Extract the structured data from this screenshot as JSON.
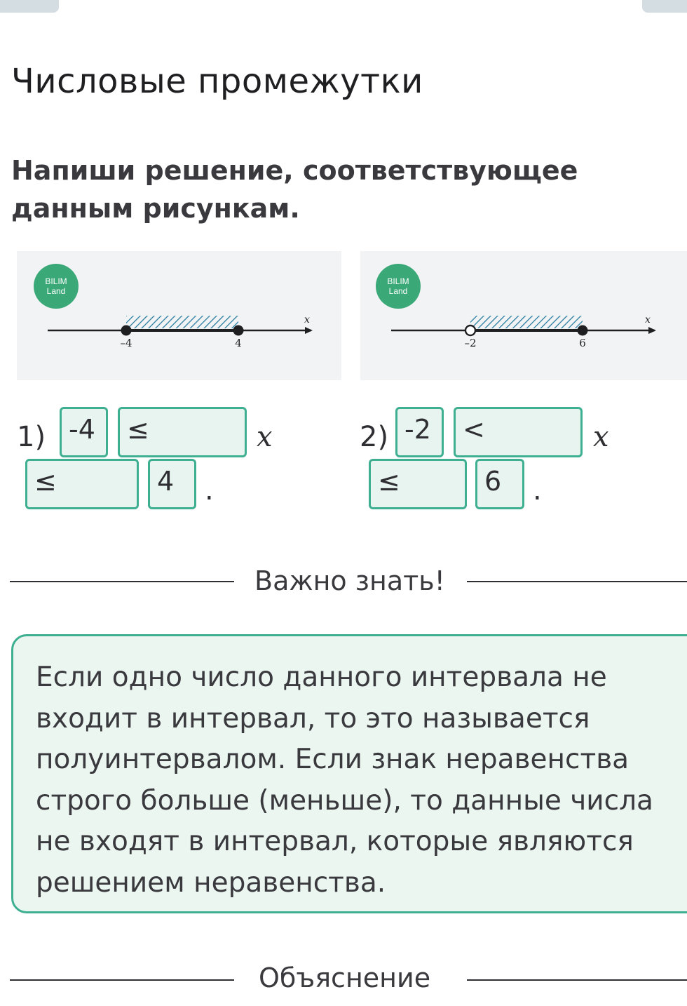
{
  "header": {
    "title": "Числовые промежутки"
  },
  "task": {
    "prompt": "Напиши решение, соответствующее данным рисункам."
  },
  "figures": [
    {
      "logo_line1": "BILIM",
      "logo_line2": "Land",
      "axis_label": "x",
      "left_value": "–4",
      "right_value": "4",
      "left_endpoint": "closed",
      "right_endpoint": "closed"
    },
    {
      "logo_line1": "BILIM",
      "logo_line2": "Land",
      "axis_label": "x",
      "left_value": "–2",
      "right_value": "6",
      "left_endpoint": "open",
      "right_endpoint": "closed"
    }
  ],
  "answers": [
    {
      "label": "1)",
      "left_number": "-4",
      "left_sign": "≤",
      "variable": "x",
      "right_sign": "≤",
      "right_number": "4",
      "period": "."
    },
    {
      "label": "2)",
      "left_number": "-2",
      "left_sign": "<",
      "variable": "x",
      "right_sign": "≤",
      "right_number": "6",
      "period": "."
    }
  ],
  "important": {
    "heading": "Важно знать!",
    "text": "Если одно число данного интервала не входит в интервал, то это называется полуинтервалом. Если знак неравенства строго больше (меньше), то данные числа не входят в интервал, которые являются решением неравенства."
  },
  "explanation": {
    "heading": "Объяснение"
  },
  "colors": {
    "accent": "#3eaf90",
    "accent_bg": "#e8f4ef",
    "hatch": "#2a7da0",
    "text": "#2f2f33"
  }
}
